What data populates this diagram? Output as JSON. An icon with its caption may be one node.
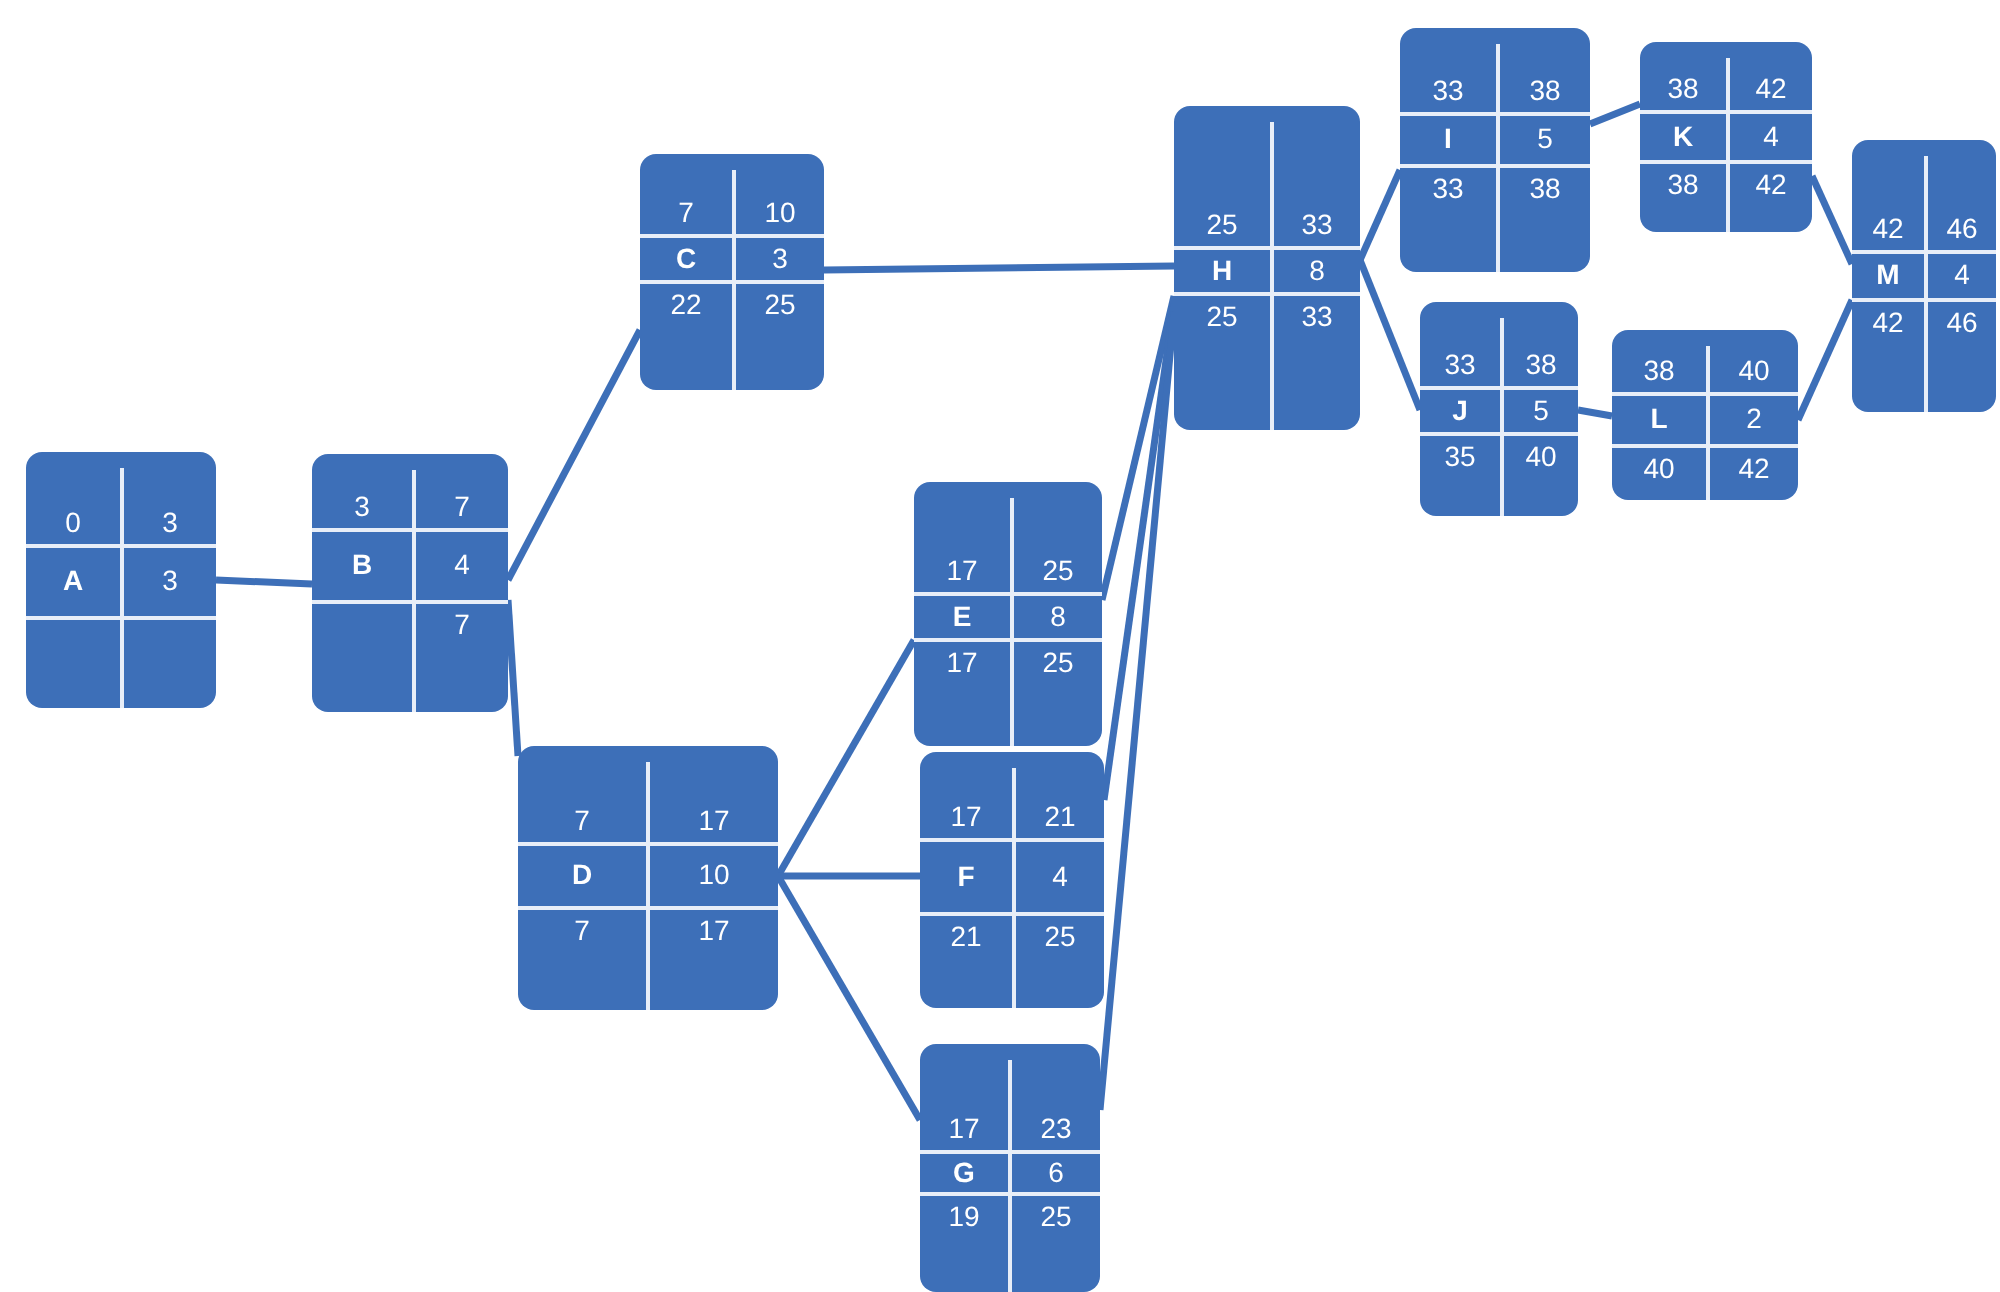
{
  "diagram": {
    "nodes": [
      {
        "text": [
          "0",
          "3",
          "A",
          "3"
        ]
      },
      {
        "text": [
          "3",
          "7",
          "B",
          "4",
          "7"
        ]
      },
      {
        "text": [
          "7",
          "10",
          "C",
          "3",
          "22",
          "25"
        ]
      },
      {
        "text": [
          "7",
          "17",
          "D",
          "10",
          "7",
          "17"
        ]
      },
      {
        "text": [
          "17",
          "25",
          "E",
          "8",
          "17",
          "25"
        ]
      },
      {
        "text": [
          "17",
          "21",
          "F",
          "4",
          "21",
          "25"
        ]
      },
      {
        "text": [
          "17",
          "23",
          "G",
          "6",
          "19",
          "25"
        ]
      },
      {
        "text": [
          "25",
          "33",
          "H",
          "8",
          "25",
          "33"
        ]
      },
      {
        "text": [
          "33",
          "38",
          "I",
          "5",
          "33",
          "38"
        ]
      },
      {
        "text": [
          "33",
          "38",
          "J",
          "5",
          "35",
          "40"
        ]
      },
      {
        "text": [
          "38",
          "42",
          "K",
          "4",
          "38",
          "42"
        ]
      },
      {
        "text": [
          "38",
          "40",
          "L",
          "2",
          "40",
          "42"
        ]
      },
      {
        "text": [
          "42",
          "46",
          "M",
          "4",
          "42",
          "46"
        ]
      }
    ],
    "edges": [
      {
        "from": 0,
        "to": 1,
        "arrow": "none"
      },
      {
        "from": 1,
        "to": 2,
        "arrow": "none"
      },
      {
        "from": 1,
        "to": 3,
        "arrow": "none"
      },
      {
        "from": 2,
        "to": 7,
        "arrow": "none"
      },
      {
        "from": 3,
        "to": 4,
        "arrow": "none"
      },
      {
        "from": 3,
        "to": 5,
        "arrow": "none"
      },
      {
        "from": 3,
        "to": 6,
        "arrow": "none"
      },
      {
        "from": 4,
        "to": 7,
        "arrow": "none"
      },
      {
        "from": 5,
        "to": 7,
        "arrow": "none"
      },
      {
        "from": 6,
        "to": 7,
        "arrow": "none"
      },
      {
        "from": 7,
        "to": 8,
        "arrow": "none"
      },
      {
        "from": 7,
        "to": 9,
        "arrow": "none"
      },
      {
        "from": 8,
        "to": 10,
        "arrow": "none"
      },
      {
        "from": 9,
        "to": 11,
        "arrow": "none"
      },
      {
        "from": 10,
        "to": 12,
        "arrow": "none"
      },
      {
        "from": 11,
        "to": 12,
        "arrow": "none"
      }
    ]
  }
}
